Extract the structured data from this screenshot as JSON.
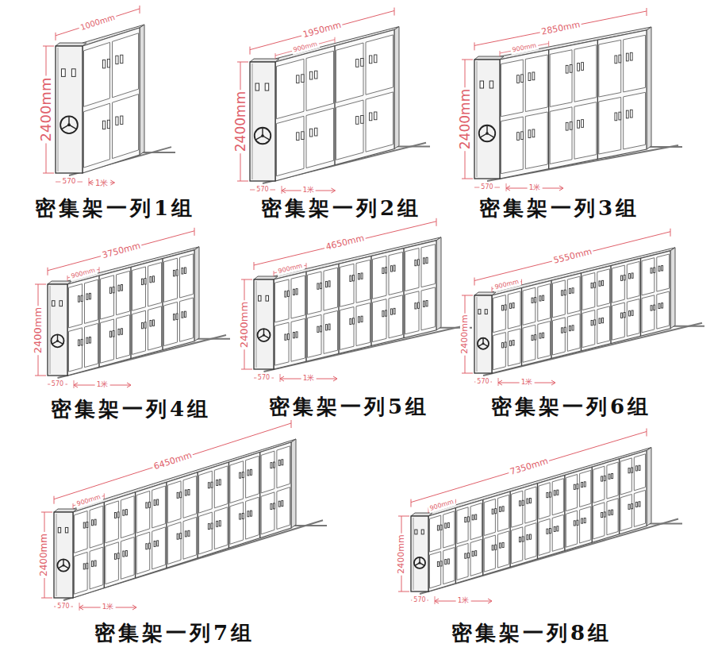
{
  "diagram": {
    "labels": [
      "1000mm",
      "2400mm",
      "570",
      "1米",
      "密集架一列1组",
      "1950mm",
      "900mm",
      "2400mm",
      "570",
      "1米",
      "密集架一列2组",
      "2850mm",
      "900mm",
      "2400mm",
      "570",
      "1米",
      "密集架一列3组",
      "3750mm",
      "900mm",
      "2400mm",
      "570",
      "1米",
      "密集架一列4组",
      "4650mm",
      "900mm",
      "2400mm",
      "570",
      "1米",
      "密集架一列5组",
      "5550mm",
      "900mm",
      "2400mm",
      "570",
      "1米",
      "密集架一列6组",
      "6450mm",
      "900mm",
      "2400mm",
      "570",
      "1米",
      "密集架一列7组",
      "7350mm",
      "900mm",
      "2400mm",
      "570",
      "1米",
      "密集架一列8组"
    ]
  }
}
